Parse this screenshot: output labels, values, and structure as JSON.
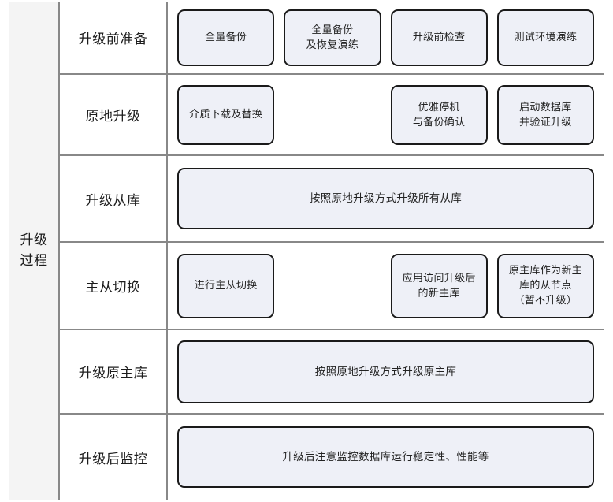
{
  "diagram": {
    "spine_label": "升级\n过程",
    "colors": {
      "card_fill": "#eef0f7",
      "card_border": "#1a1a1a",
      "grid_line": "#888888",
      "spine_fill": "#f4f4f4",
      "outer_frame": "#c9c9c9",
      "page_background": "#ffffff",
      "text": "#1c1c1c"
    },
    "rows": [
      {
        "stage": "升级前准备",
        "cards": [
          {
            "text": "全量备份",
            "column": 1
          },
          {
            "text": "全量备份\n及恢复演练",
            "column": 2
          },
          {
            "text": "升级前检查",
            "column": 3
          },
          {
            "text": "测试环境演练",
            "column": 4
          }
        ]
      },
      {
        "stage": "原地升级",
        "cards": [
          {
            "text": "介质下载及替换",
            "column": 1
          },
          {
            "text": "优雅停机\n与备份确认",
            "column": 3
          },
          {
            "text": "启动数据库\n并验证升级",
            "column": 4
          }
        ]
      },
      {
        "stage": "升级从库",
        "cards": [
          {
            "text": "按照原地升级方式升级所有从库",
            "column": "full"
          }
        ]
      },
      {
        "stage": "主从切换",
        "cards": [
          {
            "text": "进行主从切换",
            "column": 1
          },
          {
            "text": "应用访问升级后\n的新主库",
            "column": 3
          },
          {
            "text": "原主库作为新主\n库的从节点\n（暂不升级）",
            "column": 4
          }
        ]
      },
      {
        "stage": "升级原主库",
        "cards": [
          {
            "text": "按照原地升级方式升级原主库",
            "column": "full"
          }
        ]
      },
      {
        "stage": "升级后监控",
        "cards": [
          {
            "text": "升级后注意监控数据库运行稳定性、性能等",
            "column": "full"
          }
        ]
      }
    ]
  }
}
